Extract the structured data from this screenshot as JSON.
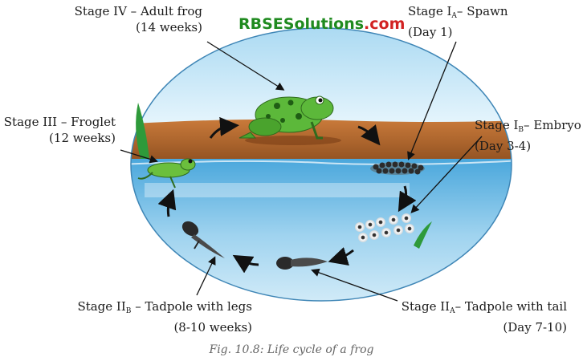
{
  "brand": {
    "part1": "RBSE",
    "part2": "Solutions",
    "part3": ".com"
  },
  "stages": {
    "adult_frog": {
      "line1": "Stage IV – Adult frog",
      "line2": "(14 weeks)"
    },
    "spawn": {
      "prefix": "Stage I",
      "sub": "A",
      "suffix": "– Spawn",
      "line2": "(Day 1)"
    },
    "froglet": {
      "line1": "Stage III – Froglet",
      "line2": "(12 weeks)"
    },
    "embryo": {
      "prefix": "Stage I",
      "sub": "B",
      "suffix": "– Embryo",
      "line2": "(Day 3-4)"
    },
    "tadpole_legs": {
      "prefix": "Stage II",
      "sub": "B",
      "suffix": " – Tadpole with legs",
      "line2": "(8-10 weeks)"
    },
    "tadpole_tail": {
      "prefix": "Stage II",
      "sub": "A",
      "suffix": "– Tadpole with tail",
      "line2": "(Day 7-10)"
    }
  },
  "caption": "Fig. 10.8: Life cycle of a frog",
  "colors": {
    "sky": "#bfe3f5",
    "ground": "#b8692e",
    "water": "#5fb6e3",
    "frog": "#5cb83a",
    "brand_green": "#1f8a1f",
    "brand_red": "#d22222"
  }
}
